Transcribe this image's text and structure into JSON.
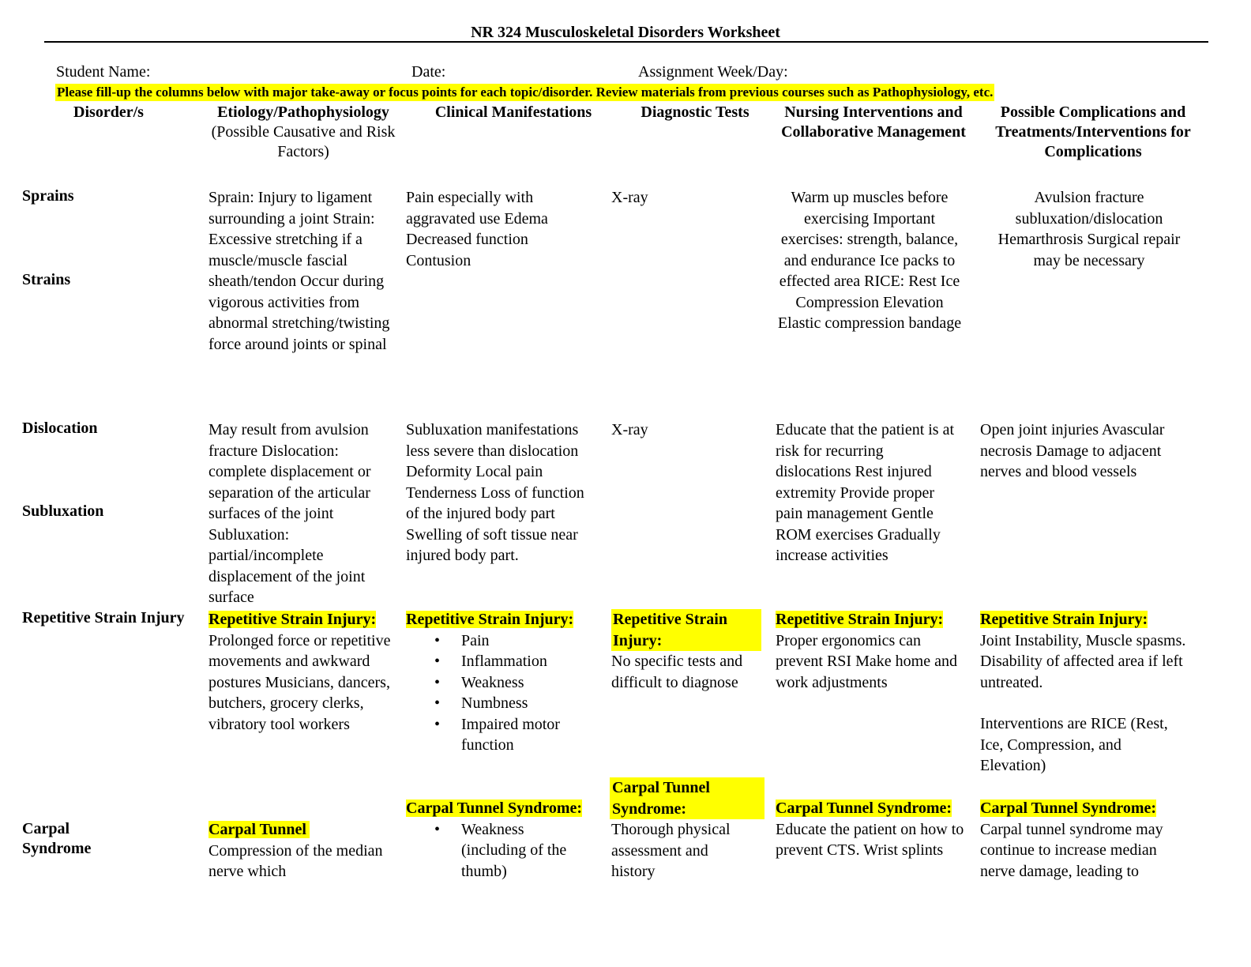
{
  "title": "NR 324 Musculoskeletal Disorders Worksheet",
  "fields": {
    "student_name": "Student Name:",
    "date": "Date:",
    "assignment": "Assignment Week/Day:"
  },
  "instructions": "Please fill-up the columns below with major take-away or focus points for each topic/disorder. Review materials from previous courses such as Pathophysiology, etc.",
  "headers": {
    "disorders": "Disorder/s",
    "etiology": "Etiology/Pathophysiology",
    "etiology_sub": "(Possible Causative and Risk Factors)",
    "clinical": "Clinical Manifestations",
    "diagnostic": "Diagnostic Tests",
    "nursing": "Nursing Interventions and Collaborative Management",
    "complications": "Possible Complications and Treatments/Interventions for Complications"
  },
  "rows": {
    "sprains": {
      "label_sprains": "Sprains",
      "label_strains": "Strains",
      "etiology": "Sprain: Injury to ligament surrounding a joint Strain: Excessive stretching if a muscle/muscle fascial sheath/tendon Occur during vigorous activities from abnormal stretching/twisting force around joints or spinal",
      "clinical": "Pain especially with aggravated use Edema Decreased function Contusion",
      "diagnostic": "X-ray",
      "nursing": "Warm up muscles before exercising Important exercises: strength, balance, and endurance Ice packs to effected area RICE: Rest Ice Compression Elevation Elastic compression bandage",
      "complications": "Avulsion fracture subluxation/dislocation Hemarthrosis Surgical repair may be necessary"
    },
    "dislocation": {
      "label_dislocation": "Dislocation",
      "label_subluxation": "Subluxation",
      "etiology": "May result from avulsion fracture Dislocation: complete displacement or separation of the articular surfaces of the joint Subluxation: partial/incomplete displacement of the joint surface",
      "clinical": "Subluxation manifestations less severe than dislocation Deformity Local pain Tenderness Loss of function of the injured body part Swelling of soft tissue near injured body part.",
      "diagnostic": "X-ray",
      "nursing": "Educate that the patient is at risk for recurring dislocations Rest injured extremity Provide proper pain management  Gentle ROM exercises Gradually increase activities",
      "complications": "Open joint injuries Avascular necrosis Damage to adjacent nerves and blood vessels"
    },
    "rsi": {
      "label": "Repetitive Strain Injury",
      "heading": "Repetitive Strain Injury:",
      "diag_heading": "Repetitive Strain Injury:",
      "etiology": "Prolonged force or repetitive movements and awkward postures Musicians, dancers, butchers, grocery clerks, vibratory tool workers",
      "clinical_items": [
        "Pain",
        "Inflammation",
        "Weakness",
        "Numbness",
        "Impaired motor function"
      ],
      "diagnostic": "No specific tests and difficult to diagnose",
      "nursing": "Proper ergonomics can prevent RSI Make home and work adjustments",
      "complications_1": "Joint Instability, Muscle spasms. Disability of affected area if left untreated.",
      "complications_2": "Interventions are RICE (Rest, Ice, Compression, and Elevation)"
    },
    "cts": {
      "label": "Carpal Syndrome",
      "heading": "Carpal Tunnel Syndrome:",
      "etiology_heading": "Carpal Tunnel",
      "diag_heading": "Carpal Tunnel Syndrome:",
      "etiology": "Compression of the median nerve which",
      "clinical_items": [
        "Weakness (including of the thumb)"
      ],
      "diagnostic": "Thorough physical assessment and history",
      "nursing": "Educate the patient on how to prevent CTS. Wrist splints",
      "complications": "Carpal tunnel syndrome may continue to increase median nerve damage, leading to"
    }
  }
}
